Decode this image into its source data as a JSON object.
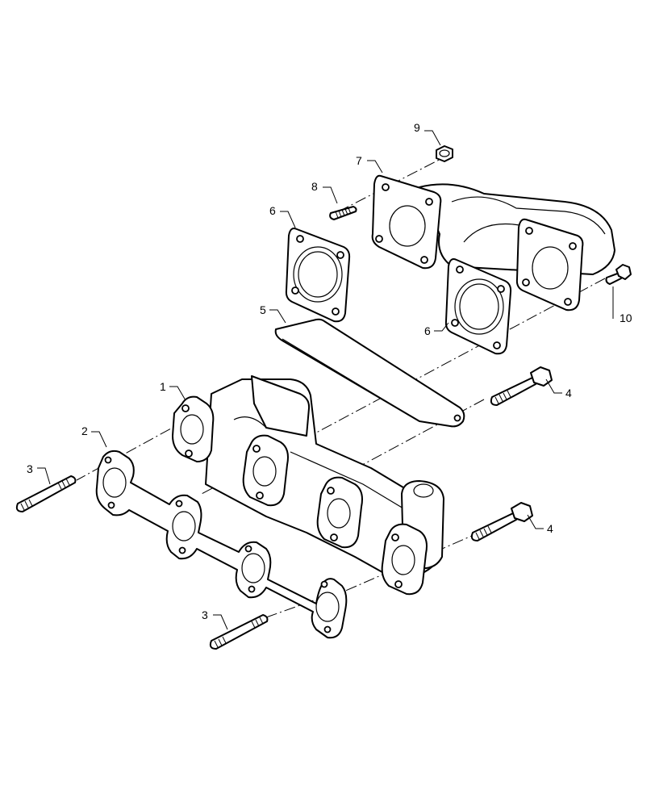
{
  "callouts": {
    "c1": "1",
    "c2": "2",
    "c3a": "3",
    "c3b": "3",
    "c4a": "4",
    "c4b": "4",
    "c5": "5",
    "c6a": "6",
    "c6b": "6",
    "c7": "7",
    "c8": "8",
    "c9": "9",
    "c10": "10"
  }
}
